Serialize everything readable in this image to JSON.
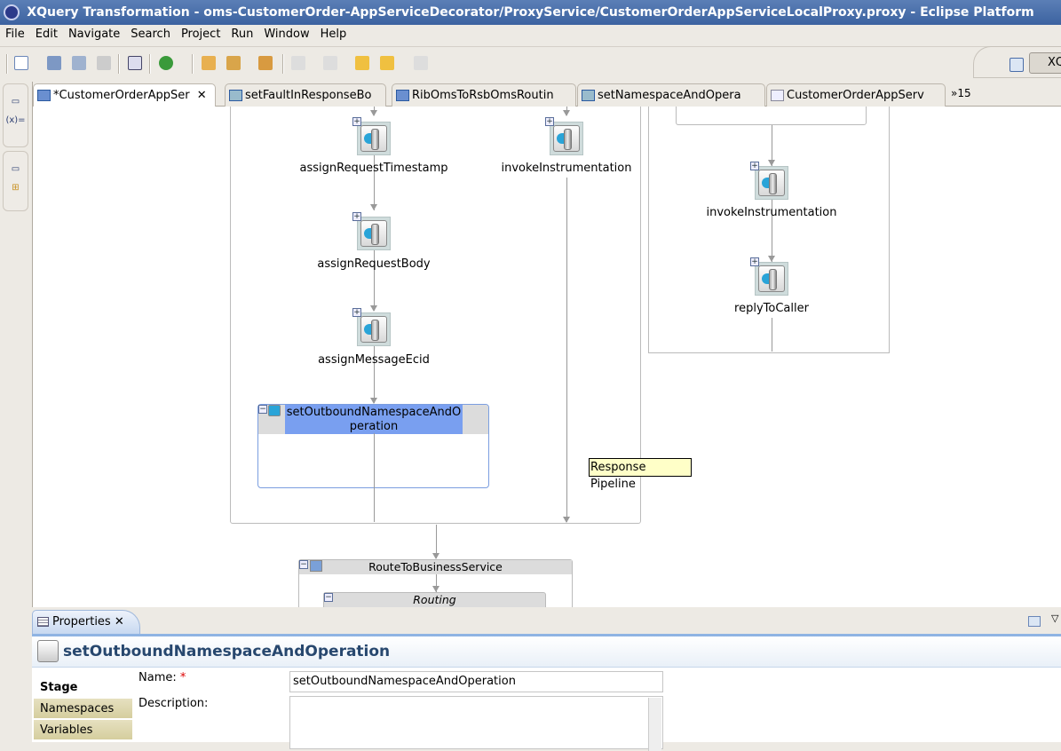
{
  "window": {
    "title": "XQuery Transformation - oms-CustomerOrder-AppServiceDecorator/ProxyService/CustomerOrderAppServiceLocalProxy.proxy - Eclipse Platform"
  },
  "menu": [
    "File",
    "Edit",
    "Navigate",
    "Search",
    "Project",
    "Run",
    "Window",
    "Help"
  ],
  "perspective": {
    "label": "XQ"
  },
  "editor_tabs": [
    {
      "label": "*CustomerOrderAppSer",
      "active": true
    },
    {
      "label": "setFaultInResponseBo"
    },
    {
      "label": "RibOmsToRsbOmsRoutin"
    },
    {
      "label": "setNamespaceAndOpera"
    },
    {
      "label": "CustomerOrderAppServ"
    }
  ],
  "tabs_overflow": "15",
  "trim": {
    "variables_icon": "(x)="
  },
  "canvas": {
    "nodes": {
      "assignRequestTimestamp": "assignRequestTimestamp",
      "assignRequestBody": "assignRequestBody",
      "assignMessageEcid": "assignMessageEcid",
      "invokeInstrumentation1": "invokeInstrumentation",
      "invokeInstrumentation2": "invokeInstrumentation",
      "replyToCaller": "replyToCaller"
    },
    "stage_selected": "setOutboundNamespaceAndO peration",
    "tooltip": "Response Pipeline",
    "route_node": "RouteToBusinessService",
    "routing": "Routing"
  },
  "properties": {
    "tab": "Properties",
    "title": "setOutboundNamespaceAndOperation",
    "side_tabs": [
      "Stage",
      "Namespaces",
      "Variables"
    ],
    "name_label": "Name:",
    "required_mark": "*",
    "name_value": "setOutboundNamespaceAndOperation",
    "description_label": "Description:",
    "description_value": ""
  }
}
